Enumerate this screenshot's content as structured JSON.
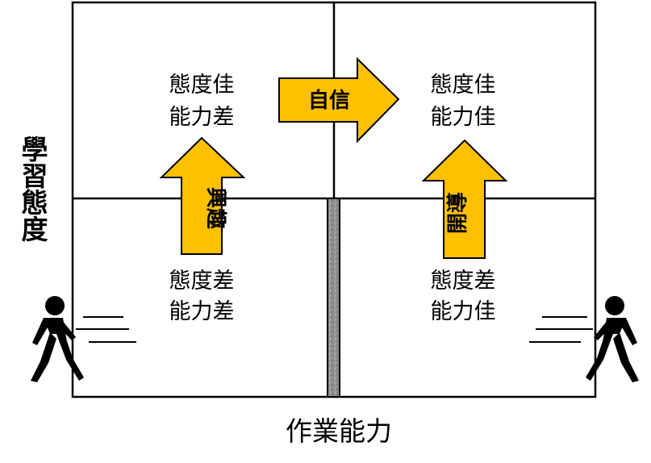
{
  "axes": {
    "y_label": "學習態度",
    "x_label": "作業能力"
  },
  "quadrants": {
    "top_left": {
      "line1": "態度佳",
      "line2": "能力差"
    },
    "top_right": {
      "line1": "態度佳",
      "line2": "能力佳"
    },
    "bottom_left": {
      "line1": "態度差",
      "line2": "能力差"
    },
    "bottom_right": {
      "line1": "態度差",
      "line2": "能力佳"
    }
  },
  "arrows": {
    "confidence": "自信",
    "interest": "興趣",
    "guidance": "開導"
  },
  "colors": {
    "arrow_fill": "#FFC000",
    "arrow_stroke": "#000000",
    "grid_line": "#000000",
    "pillar_fill": "#8a8a8a"
  },
  "icons": [
    "walking-person-icon",
    "walking-person-icon"
  ]
}
